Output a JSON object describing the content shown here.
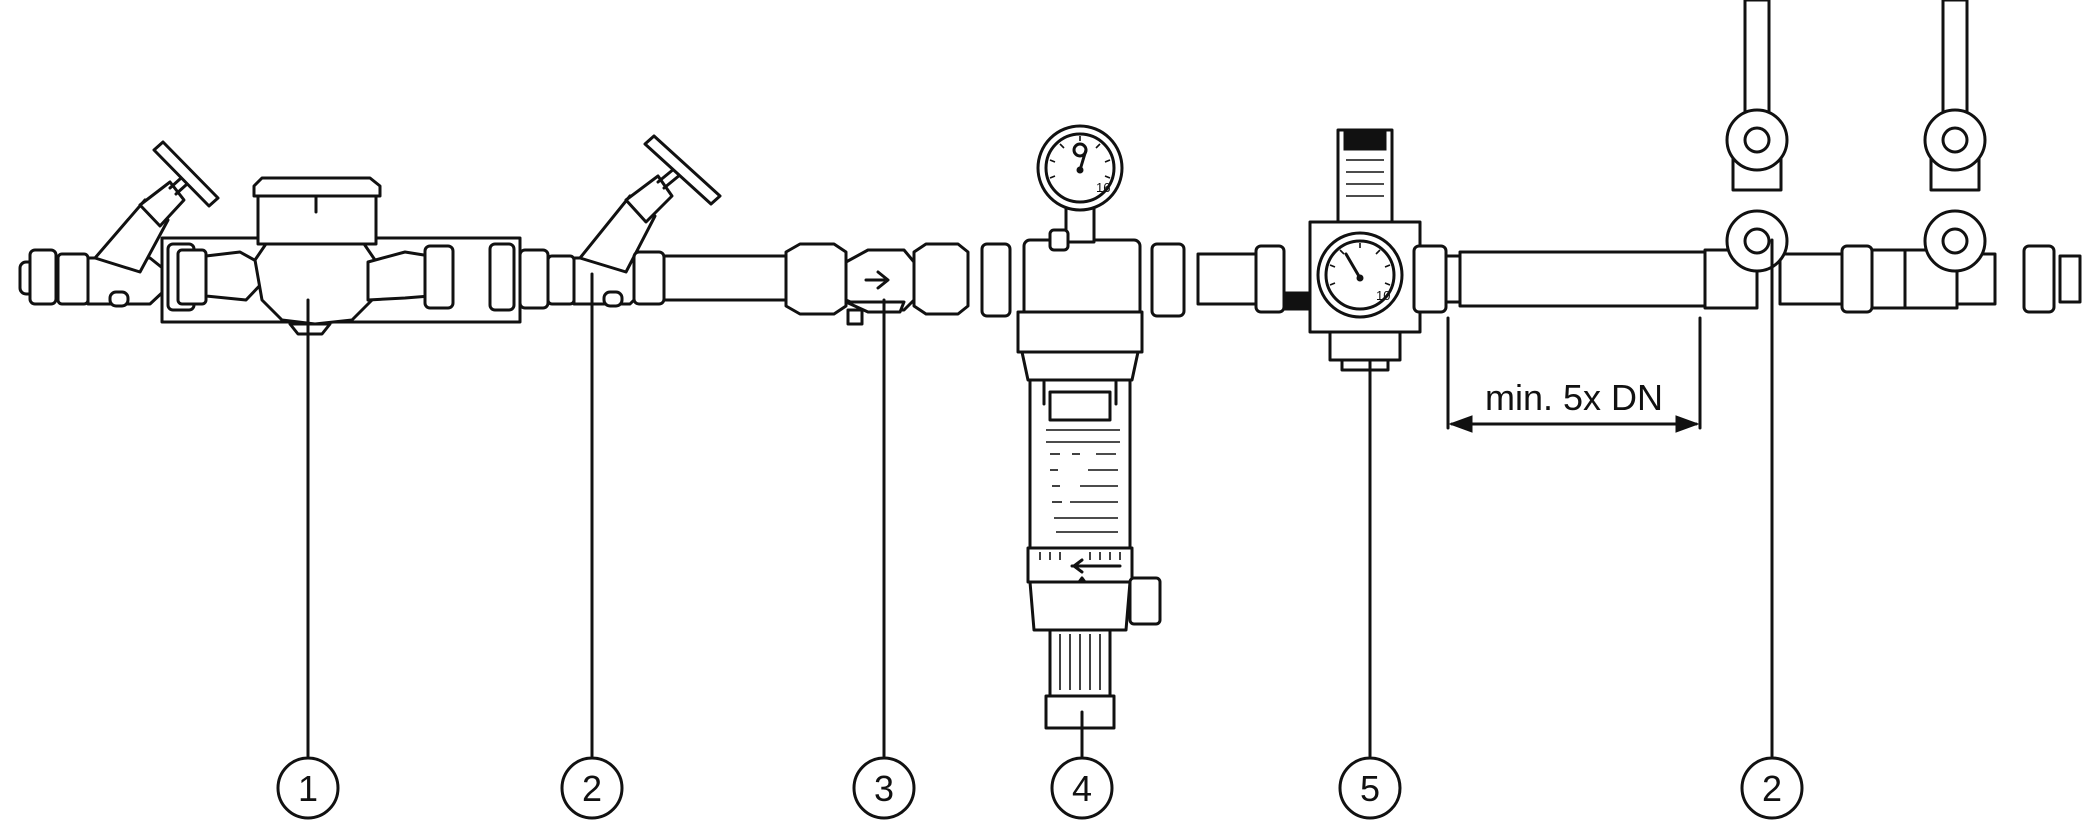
{
  "dimension_label": "min. 5x DN",
  "callouts": [
    {
      "key": "water-meter",
      "number": "1"
    },
    {
      "key": "shutoff-valve-inlet",
      "number": "2"
    },
    {
      "key": "check-valve",
      "number": "3"
    },
    {
      "key": "filter",
      "number": "4"
    },
    {
      "key": "pressure-reducer",
      "number": "5"
    },
    {
      "key": "shutoff-valve-outlet",
      "number": "2"
    }
  ],
  "gauges": {
    "filter_gauge_max": "16",
    "reducer_gauge_max": "10"
  }
}
